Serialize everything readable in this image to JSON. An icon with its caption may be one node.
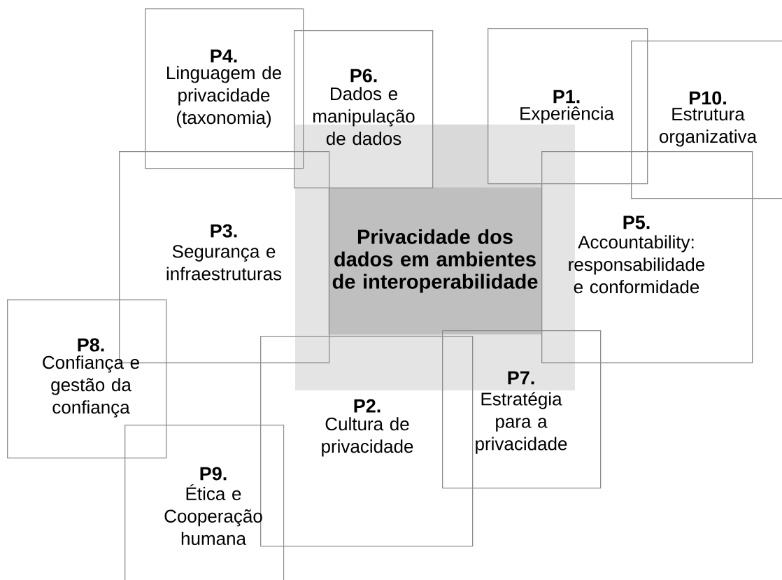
{
  "diagram": {
    "nodes": [
      {
        "text": [
          "P4.",
          "Linguagem de privacidade (taxonomia)"
        ]
      },
      {
        "text": [
          "P6.",
          "Dados e manipulação de dados"
        ]
      },
      {
        "text": [
          "P1.",
          "Experiência"
        ]
      },
      {
        "text": [
          "P10.",
          "Estrutura organizativa"
        ]
      },
      {
        "text": [],
        "shape": "box"
      },
      {
        "text": [
          "Privacidade dos dados em ambientes de interoperabilidade"
        ],
        "in": 4
      },
      {
        "text": [
          "P5.",
          "Accountability: responsabilidade e conformidade"
        ]
      },
      {
        "text": [
          "P3.",
          "Segurança e infraestruturas"
        ]
      },
      {
        "text": [
          "P8.",
          "Confiança e gestão da confiança"
        ]
      },
      {
        "text": [
          "P2.",
          "Cultura de privacidade"
        ]
      },
      {
        "text": [
          "P7.",
          "Estratégia para a privacidade"
        ]
      },
      {
        "text": [
          "P9.",
          "Ética e Cooperação humana"
        ]
      }
    ]
  }
}
